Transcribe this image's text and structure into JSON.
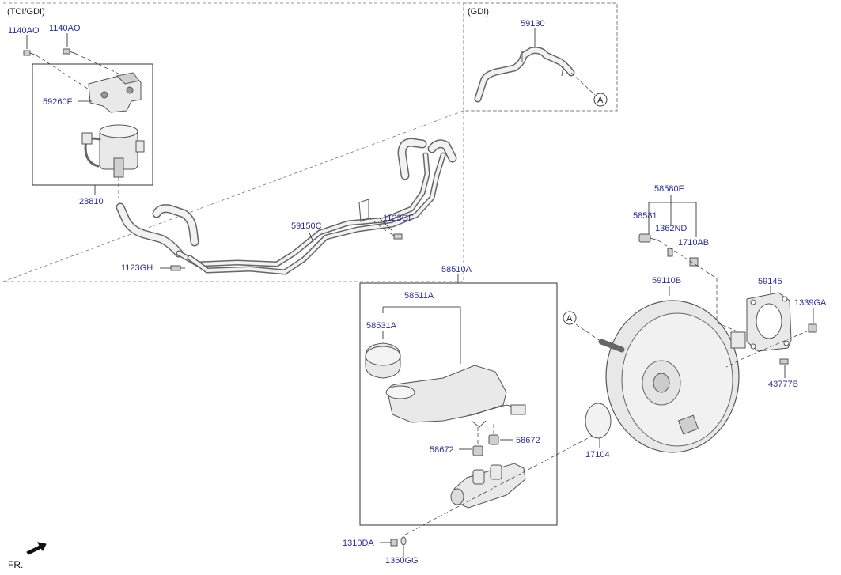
{
  "sections": {
    "tci_gdi": "(TCI/GDI)",
    "gdi": "(GDI)"
  },
  "callout_ref": "A",
  "direction_label": "FR.",
  "labels": {
    "p1140ao_a": "1140AO",
    "p1140ao_b": "1140AO",
    "p59260f": "59260F",
    "p28810": "28810",
    "p1123gh": "1123GH",
    "p59150c": "59150C",
    "p1123gf": "1123GF",
    "p59130": "59130",
    "p58510a": "58510A",
    "p58511a": "58511A",
    "p58531a": "58531A",
    "p58672_l": "58672",
    "p58672_r": "58672",
    "p1310da": "1310DA",
    "p1360gg": "1360GG",
    "p58580f": "58580F",
    "p58581": "58581",
    "p1362nd": "1362ND",
    "p1710ab": "1710AB",
    "p59110b": "59110B",
    "p59145": "59145",
    "p1339ga": "1339GA",
    "p43777b": "43777B",
    "p17104": "17104"
  }
}
